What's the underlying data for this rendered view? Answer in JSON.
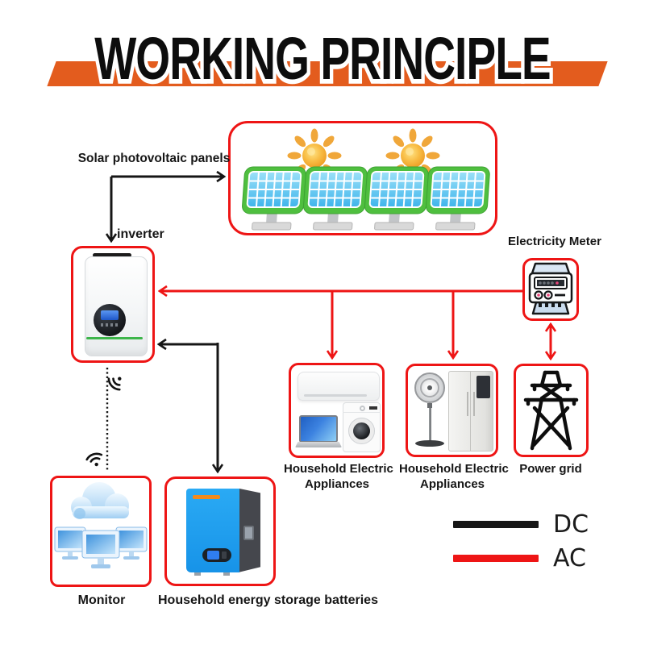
{
  "title": {
    "text": "WORKING PRINCIPLE"
  },
  "nodes": {
    "solar": {
      "label": "Solar photovoltaic panels"
    },
    "inverter": {
      "label": "inverter"
    },
    "meter": {
      "label": "Electricity Meter"
    },
    "appliances_left": {
      "label_line1": "Household Electric",
      "label_line2": "Appliances"
    },
    "appliances_right": {
      "label_line1": "Household Electric",
      "label_line2": "Appliances"
    },
    "power_grid": {
      "label": "Power grid"
    },
    "monitor": {
      "label": "Monitor"
    },
    "battery": {
      "label": "Household energy storage batteries"
    }
  },
  "legend": {
    "items": [
      {
        "label": "DC",
        "color": "#161616"
      },
      {
        "label": "AC",
        "color": "#ee1515"
      }
    ]
  },
  "colors": {
    "box_border_red": "#ee1515",
    "banner_orange": "#e35c1e",
    "title_black": "#0d0d0d",
    "battery_blue": "#1f9ef0",
    "panel_green": "#4fbf3f",
    "panel_cell_blue": "#41b6ec",
    "inverter_green_line": "#3db54a"
  },
  "icons": {
    "sun-icon": "radial-gradient circle with petal rays",
    "solar-panel-icon": "green frame with blue cell grid",
    "inverter-icon": "white wall inverter with round display",
    "electricity-meter-icon": "outlined meter with dials and dots",
    "wifi-icon": "dot with three arcs",
    "cloud-icon": "layered blue cloud",
    "monitor-icon": "three blue screens",
    "air-conditioner-icon": "white split AC unit",
    "laptop-icon": "blue-screen laptop",
    "washing-machine-icon": "front-load washer",
    "fan-icon": "pedestal fan",
    "refrigerator-icon": "french-door fridge",
    "power-tower-icon": "black lattice transmission tower",
    "battery-icon": "blue wall battery pack"
  }
}
